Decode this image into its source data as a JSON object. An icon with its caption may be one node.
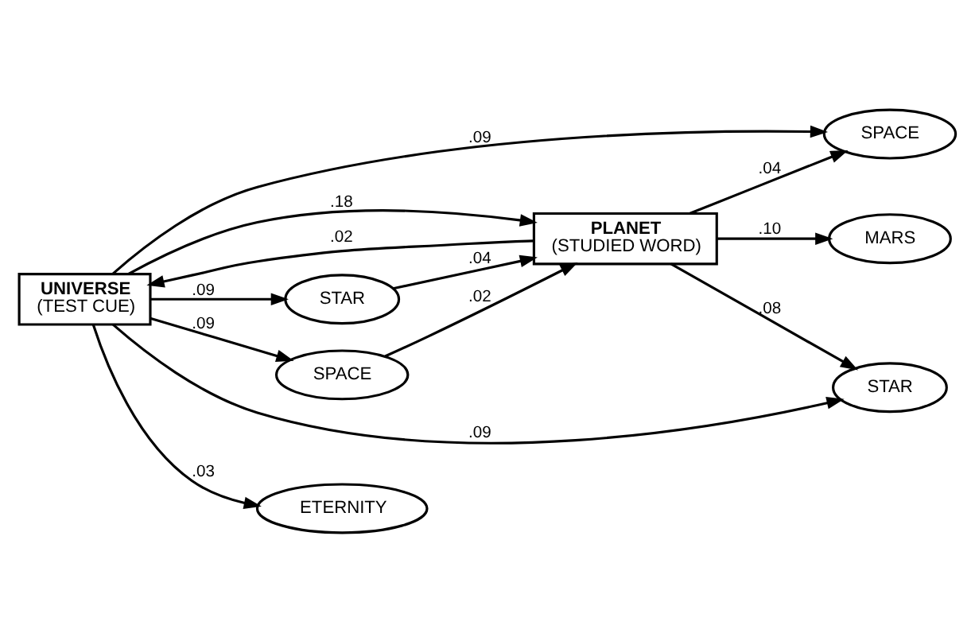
{
  "diagram": {
    "nodes": [
      {
        "text": [
          "UNIVERSE",
          "(TEST CUE)"
        ]
      },
      {
        "text": [
          "PLANET",
          "(STUDIED WORD)"
        ]
      },
      {
        "text": [
          "SPACE"
        ]
      },
      {
        "text": [
          "STAR"
        ]
      },
      {
        "text": [
          "MARS"
        ]
      },
      {
        "text": [
          "STAR"
        ]
      },
      {
        "text": [
          "ETERNITY"
        ]
      },
      {
        "text": [
          "SPACE"
        ]
      }
    ],
    "edges": [
      {
        "from": 0,
        "to": 2,
        "arrow": "to",
        "label": ".09"
      },
      {
        "from": 0,
        "to": 3,
        "arrow": "to",
        "label": ".09"
      },
      {
        "from": 1,
        "to": 0,
        "arrow": "to",
        "label": ".02"
      },
      {
        "from": 0,
        "to": 1,
        "arrow": "to",
        "label": ".18"
      },
      {
        "from": 1,
        "to": 2,
        "arrow": "to",
        "label": ".04"
      },
      {
        "from": 1,
        "to": 3,
        "arrow": "to",
        "label": ".08"
      },
      {
        "from": 1,
        "to": 4,
        "arrow": "to",
        "label": ".10"
      },
      {
        "from": 0,
        "to": 5,
        "arrow": "to",
        "label": ".09"
      },
      {
        "from": 5,
        "to": 1,
        "arrow": "to",
        "label": ".04"
      },
      {
        "from": 0,
        "to": 6,
        "arrow": "to",
        "label": ".03"
      },
      {
        "from": 0,
        "to": 7,
        "arrow": "to",
        "label": ".09"
      },
      {
        "from": 7,
        "to": 1,
        "arrow": "to",
        "label": ".02"
      }
    ]
  }
}
